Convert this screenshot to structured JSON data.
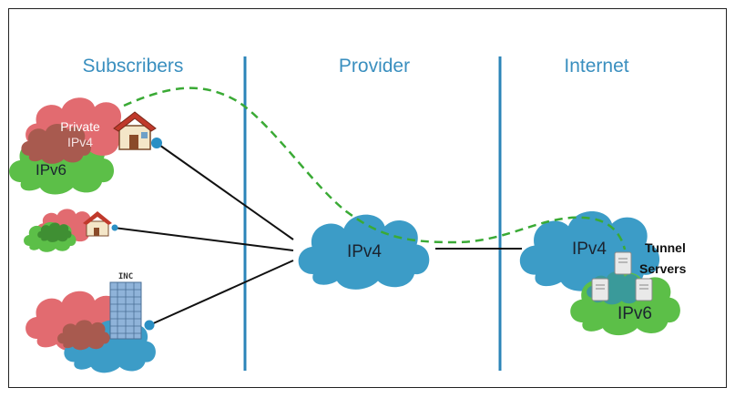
{
  "columns": {
    "subscribers": "Subscribers",
    "provider": "Provider",
    "internet": "Internet"
  },
  "clouds": {
    "private_ipv4": "Private\nIPv4",
    "private_line1": "Private",
    "private_line2": "IPv4",
    "sub_ipv6": "IPv6",
    "provider_ipv4": "IPv4",
    "internet_ipv4": "IPv4",
    "internet_ipv6": "IPv6"
  },
  "labels": {
    "inc": "INC",
    "tunnel_line1": "Tunnel",
    "tunnel_line2": "Servers"
  },
  "colors": {
    "column_title": "#3a8fbf",
    "divider": "#2b84b8",
    "cloud_blue": "#3c9cc7",
    "cloud_red": "#e26b70",
    "cloud_green": "#5cbf48",
    "cloud_brown": "#a85a4f",
    "tunnel_dash": "#3aaa35",
    "link": "#111111"
  }
}
